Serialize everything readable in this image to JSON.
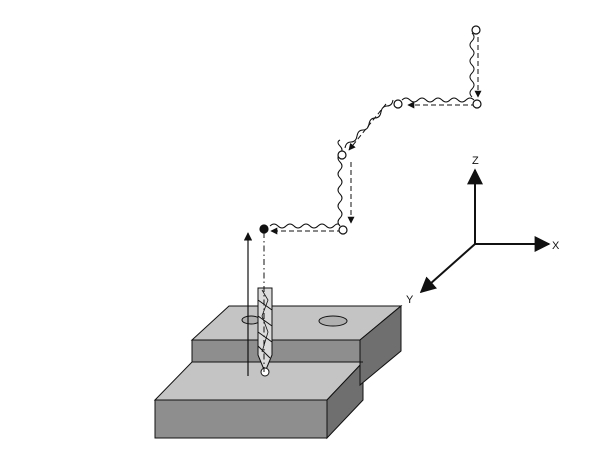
{
  "diagram": {
    "type": "cnc-drilling-toolpath-illustration",
    "axes": {
      "x_label": "X",
      "y_label": "Y",
      "z_label": "Z"
    },
    "path_legend": {
      "rapid_move": "dashed-line",
      "feed_move": "wavy-line",
      "points": "circles",
      "start_point": "filled-circle"
    },
    "colors": {
      "line": "#111111",
      "block_front": "#8e8e8e",
      "block_top": "#c4c4c4",
      "block_side": "#6f6f6f",
      "drill": "#dcdcdc",
      "background": "#ffffff"
    }
  }
}
